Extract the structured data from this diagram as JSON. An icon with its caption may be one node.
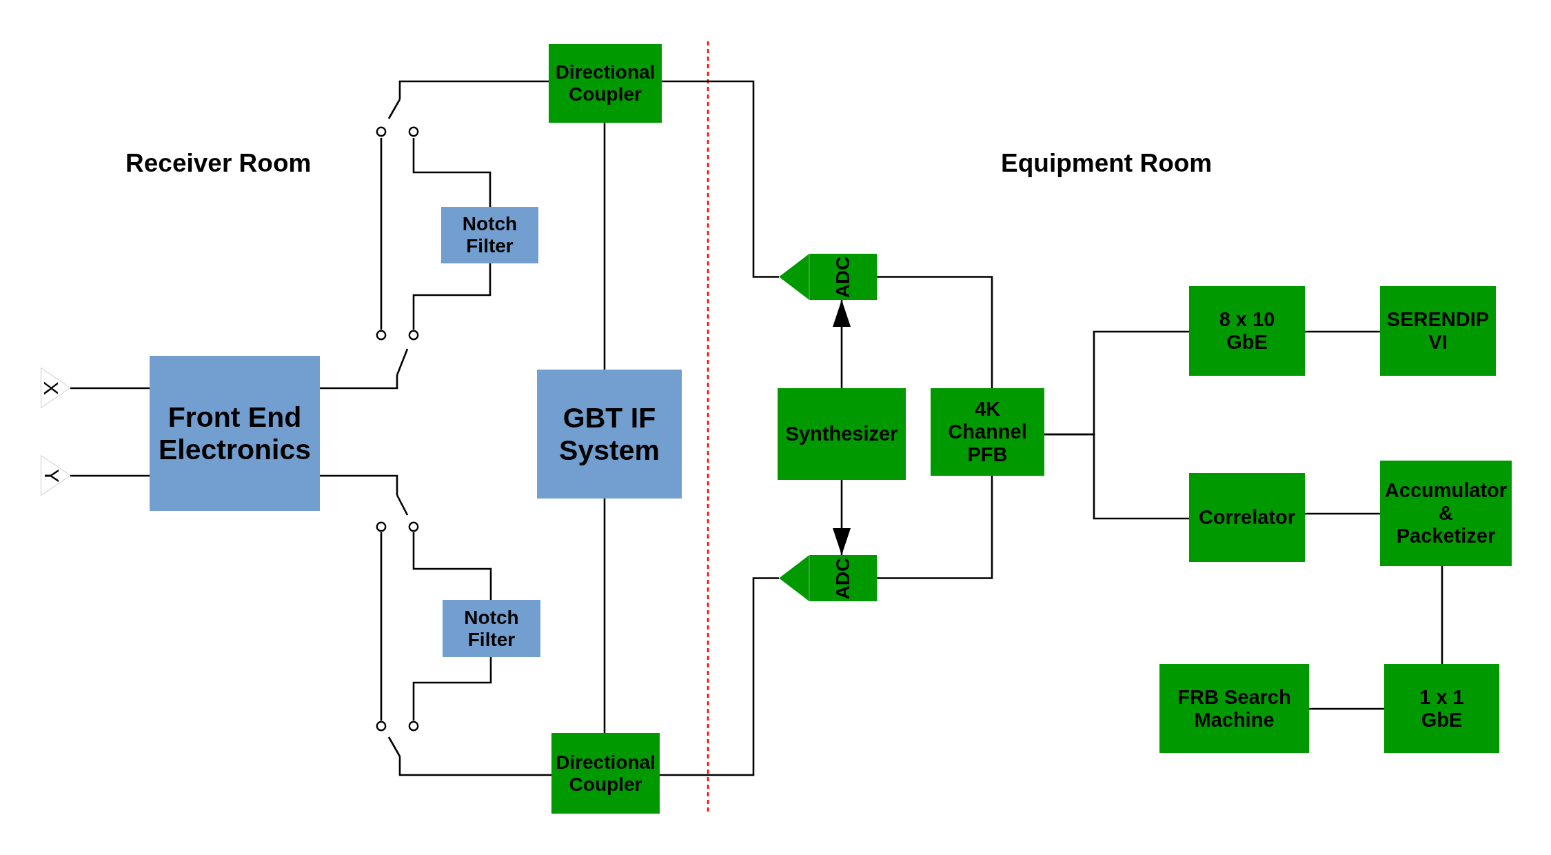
{
  "diagram": {
    "nodes": [
      {
        "text": [
          "X"
        ]
      },
      {
        "text": [
          "Y"
        ]
      },
      {
        "text": [
          "Front End Electronics"
        ]
      },
      {
        "text": [],
        "shape": "switch"
      },
      {
        "text": [],
        "shape": "switch"
      },
      {
        "text": [],
        "shape": "switch"
      },
      {
        "text": [],
        "shape": "switch"
      },
      {
        "text": [
          "Notch Filter"
        ]
      },
      {
        "text": [
          "Notch Filter"
        ]
      },
      {
        "text": [
          "Directional Coupler"
        ]
      },
      {
        "text": [
          "GBT IF System"
        ]
      },
      {
        "text": [
          "Directional Coupler"
        ]
      },
      {
        "text": [
          "ADC"
        ]
      },
      {
        "text": [
          "Synthesizer"
        ]
      },
      {
        "text": [
          "4K Channel PFB"
        ]
      },
      {
        "text": [
          "ADC"
        ]
      },
      {
        "text": [
          "8 x 10 GbE"
        ]
      },
      {
        "text": [
          "SERENDIP VI"
        ]
      },
      {
        "text": [
          "Correlator"
        ]
      },
      {
        "text": [
          "Accumulator & Packetizer"
        ]
      },
      {
        "text": [
          "FRB Search Machine"
        ]
      },
      {
        "text": [
          "1 x 1 GbE"
        ]
      }
    ],
    "edges": [
      {
        "from": 0,
        "to": 2,
        "arrow": "none"
      },
      {
        "from": 1,
        "to": 2,
        "arrow": "none"
      },
      {
        "from": 2,
        "to": 4,
        "arrow": "none"
      },
      {
        "from": 4,
        "to": 3,
        "arrow": "none"
      },
      {
        "from": 4,
        "to": 7,
        "arrow": "none"
      },
      {
        "from": 7,
        "to": 3,
        "arrow": "none"
      },
      {
        "from": 3,
        "to": 9,
        "arrow": "none"
      },
      {
        "from": 2,
        "to": 5,
        "arrow": "none"
      },
      {
        "from": 5,
        "to": 6,
        "arrow": "none"
      },
      {
        "from": 5,
        "to": 8,
        "arrow": "none"
      },
      {
        "from": 8,
        "to": 6,
        "arrow": "none"
      },
      {
        "from": 6,
        "to": 11,
        "arrow": "none"
      },
      {
        "from": 9,
        "to": 10,
        "arrow": "none"
      },
      {
        "from": 10,
        "to": 11,
        "arrow": "none"
      },
      {
        "from": 9,
        "to": 12,
        "arrow": "none"
      },
      {
        "from": 11,
        "to": 15,
        "arrow": "none"
      },
      {
        "from": 13,
        "to": 12,
        "arrow": "to"
      },
      {
        "from": 13,
        "to": 15,
        "arrow": "to"
      },
      {
        "from": 12,
        "to": 14,
        "arrow": "none"
      },
      {
        "from": 15,
        "to": 14,
        "arrow": "none"
      },
      {
        "from": 14,
        "to": 16,
        "arrow": "none"
      },
      {
        "from": 14,
        "to": 18,
        "arrow": "none"
      },
      {
        "from": 16,
        "to": 17,
        "arrow": "none"
      },
      {
        "from": 18,
        "to": 19,
        "arrow": "none"
      },
      {
        "from": 19,
        "to": 21,
        "arrow": "none"
      },
      {
        "from": 21,
        "to": 20,
        "arrow": "none"
      }
    ],
    "labels": [
      "Receiver Room",
      "Equipment Room"
    ]
  }
}
